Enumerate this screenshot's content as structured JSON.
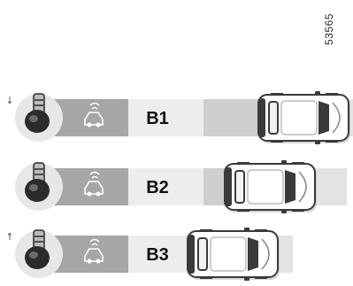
{
  "reference_code": "53565",
  "rows": [
    {
      "label": "B1",
      "gear_icon": "gear-selector-icon",
      "arrow_icon": "arrow-down-icon",
      "arrow_glyph": "↓",
      "parking_icon": "parking-sensor-icon"
    },
    {
      "label": "B2",
      "gear_icon": "gear-selector-icon",
      "arrow_icon": "",
      "arrow_glyph": "",
      "parking_icon": "parking-sensor-icon"
    },
    {
      "label": "B3",
      "gear_icon": "gear-selector-icon",
      "arrow_icon": "arrow-up-icon",
      "arrow_glyph": "↑",
      "parking_icon": "parking-sensor-icon"
    }
  ],
  "colors": {
    "bar_dark": "#a6a6a6",
    "bar_mid": "#cfcfcf",
    "bar_light": "#e3e3e3",
    "label_box": "#ededed",
    "label_text": "#111111",
    "knob_disc": "#e7e7e7",
    "knob_dark": "#2b2b2b",
    "car_body": "#ffffff",
    "car_dark": "#3a3a3a"
  }
}
